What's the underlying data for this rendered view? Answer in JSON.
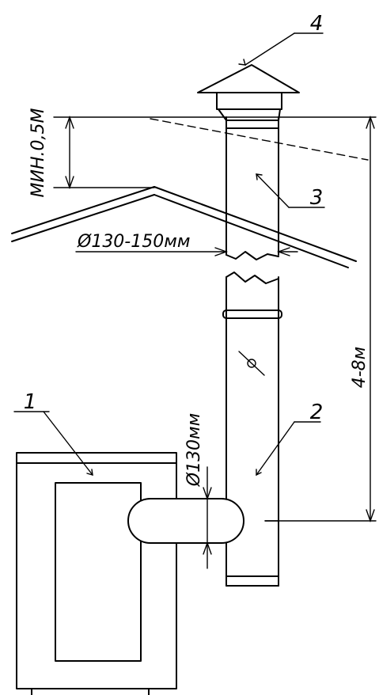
{
  "labels": {
    "part_1": "1",
    "part_2": "2",
    "part_3": "3",
    "part_4": "4"
  },
  "dimensions": {
    "min_height": "МИН.0,5М",
    "pipe_diameter": "Ø130-150мм",
    "connector_diameter": "Ø130мм",
    "chimney_height": "4-8м"
  }
}
